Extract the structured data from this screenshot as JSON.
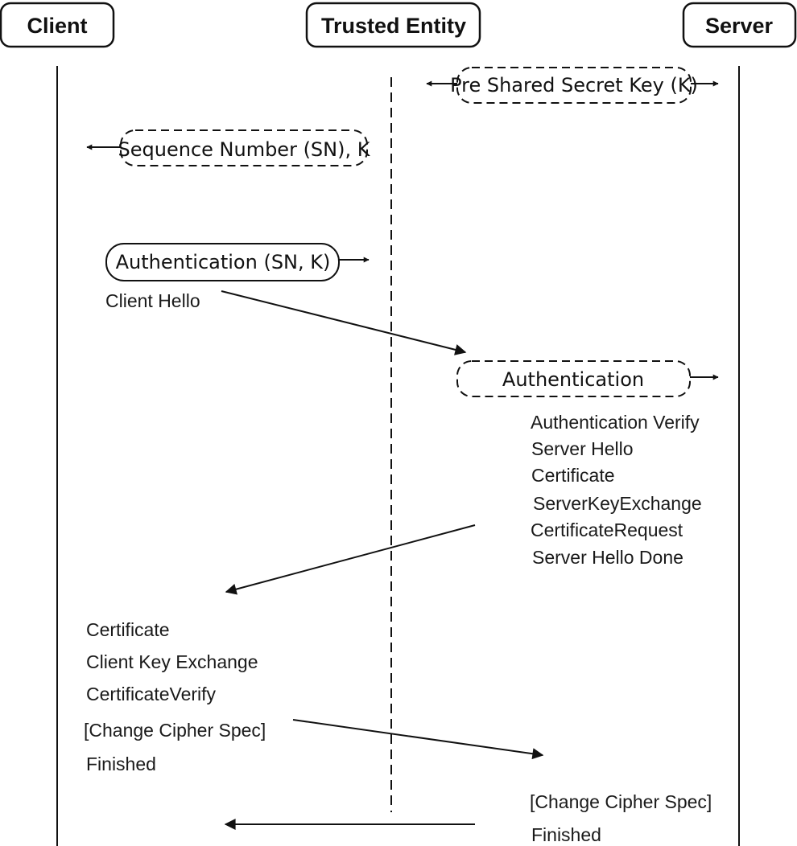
{
  "actors": {
    "client": "Client",
    "trusted": "Trusted Entity",
    "server": "Server"
  },
  "boxes": {
    "psk": "Pre Shared Secret Key (K)",
    "sequence": "Sequence Number (SN), K",
    "auth_client": "Authentication (SN, K)",
    "auth_server": "Authentication"
  },
  "messages": {
    "client_hello": "Client Hello",
    "server_group": [
      "Authentication Verify",
      "Server Hello",
      "Certificate",
      "ServerKeyExchange",
      "CertificateRequest",
      "Server Hello Done"
    ],
    "client_group": [
      "Certificate",
      "Client Key Exchange",
      "CertificateVerify",
      "[Change Cipher Spec]",
      "Finished"
    ],
    "server_final": [
      "[Change Cipher Spec]",
      "Finished"
    ]
  },
  "colors": {
    "line": "#111111",
    "background": "#ffffff"
  }
}
